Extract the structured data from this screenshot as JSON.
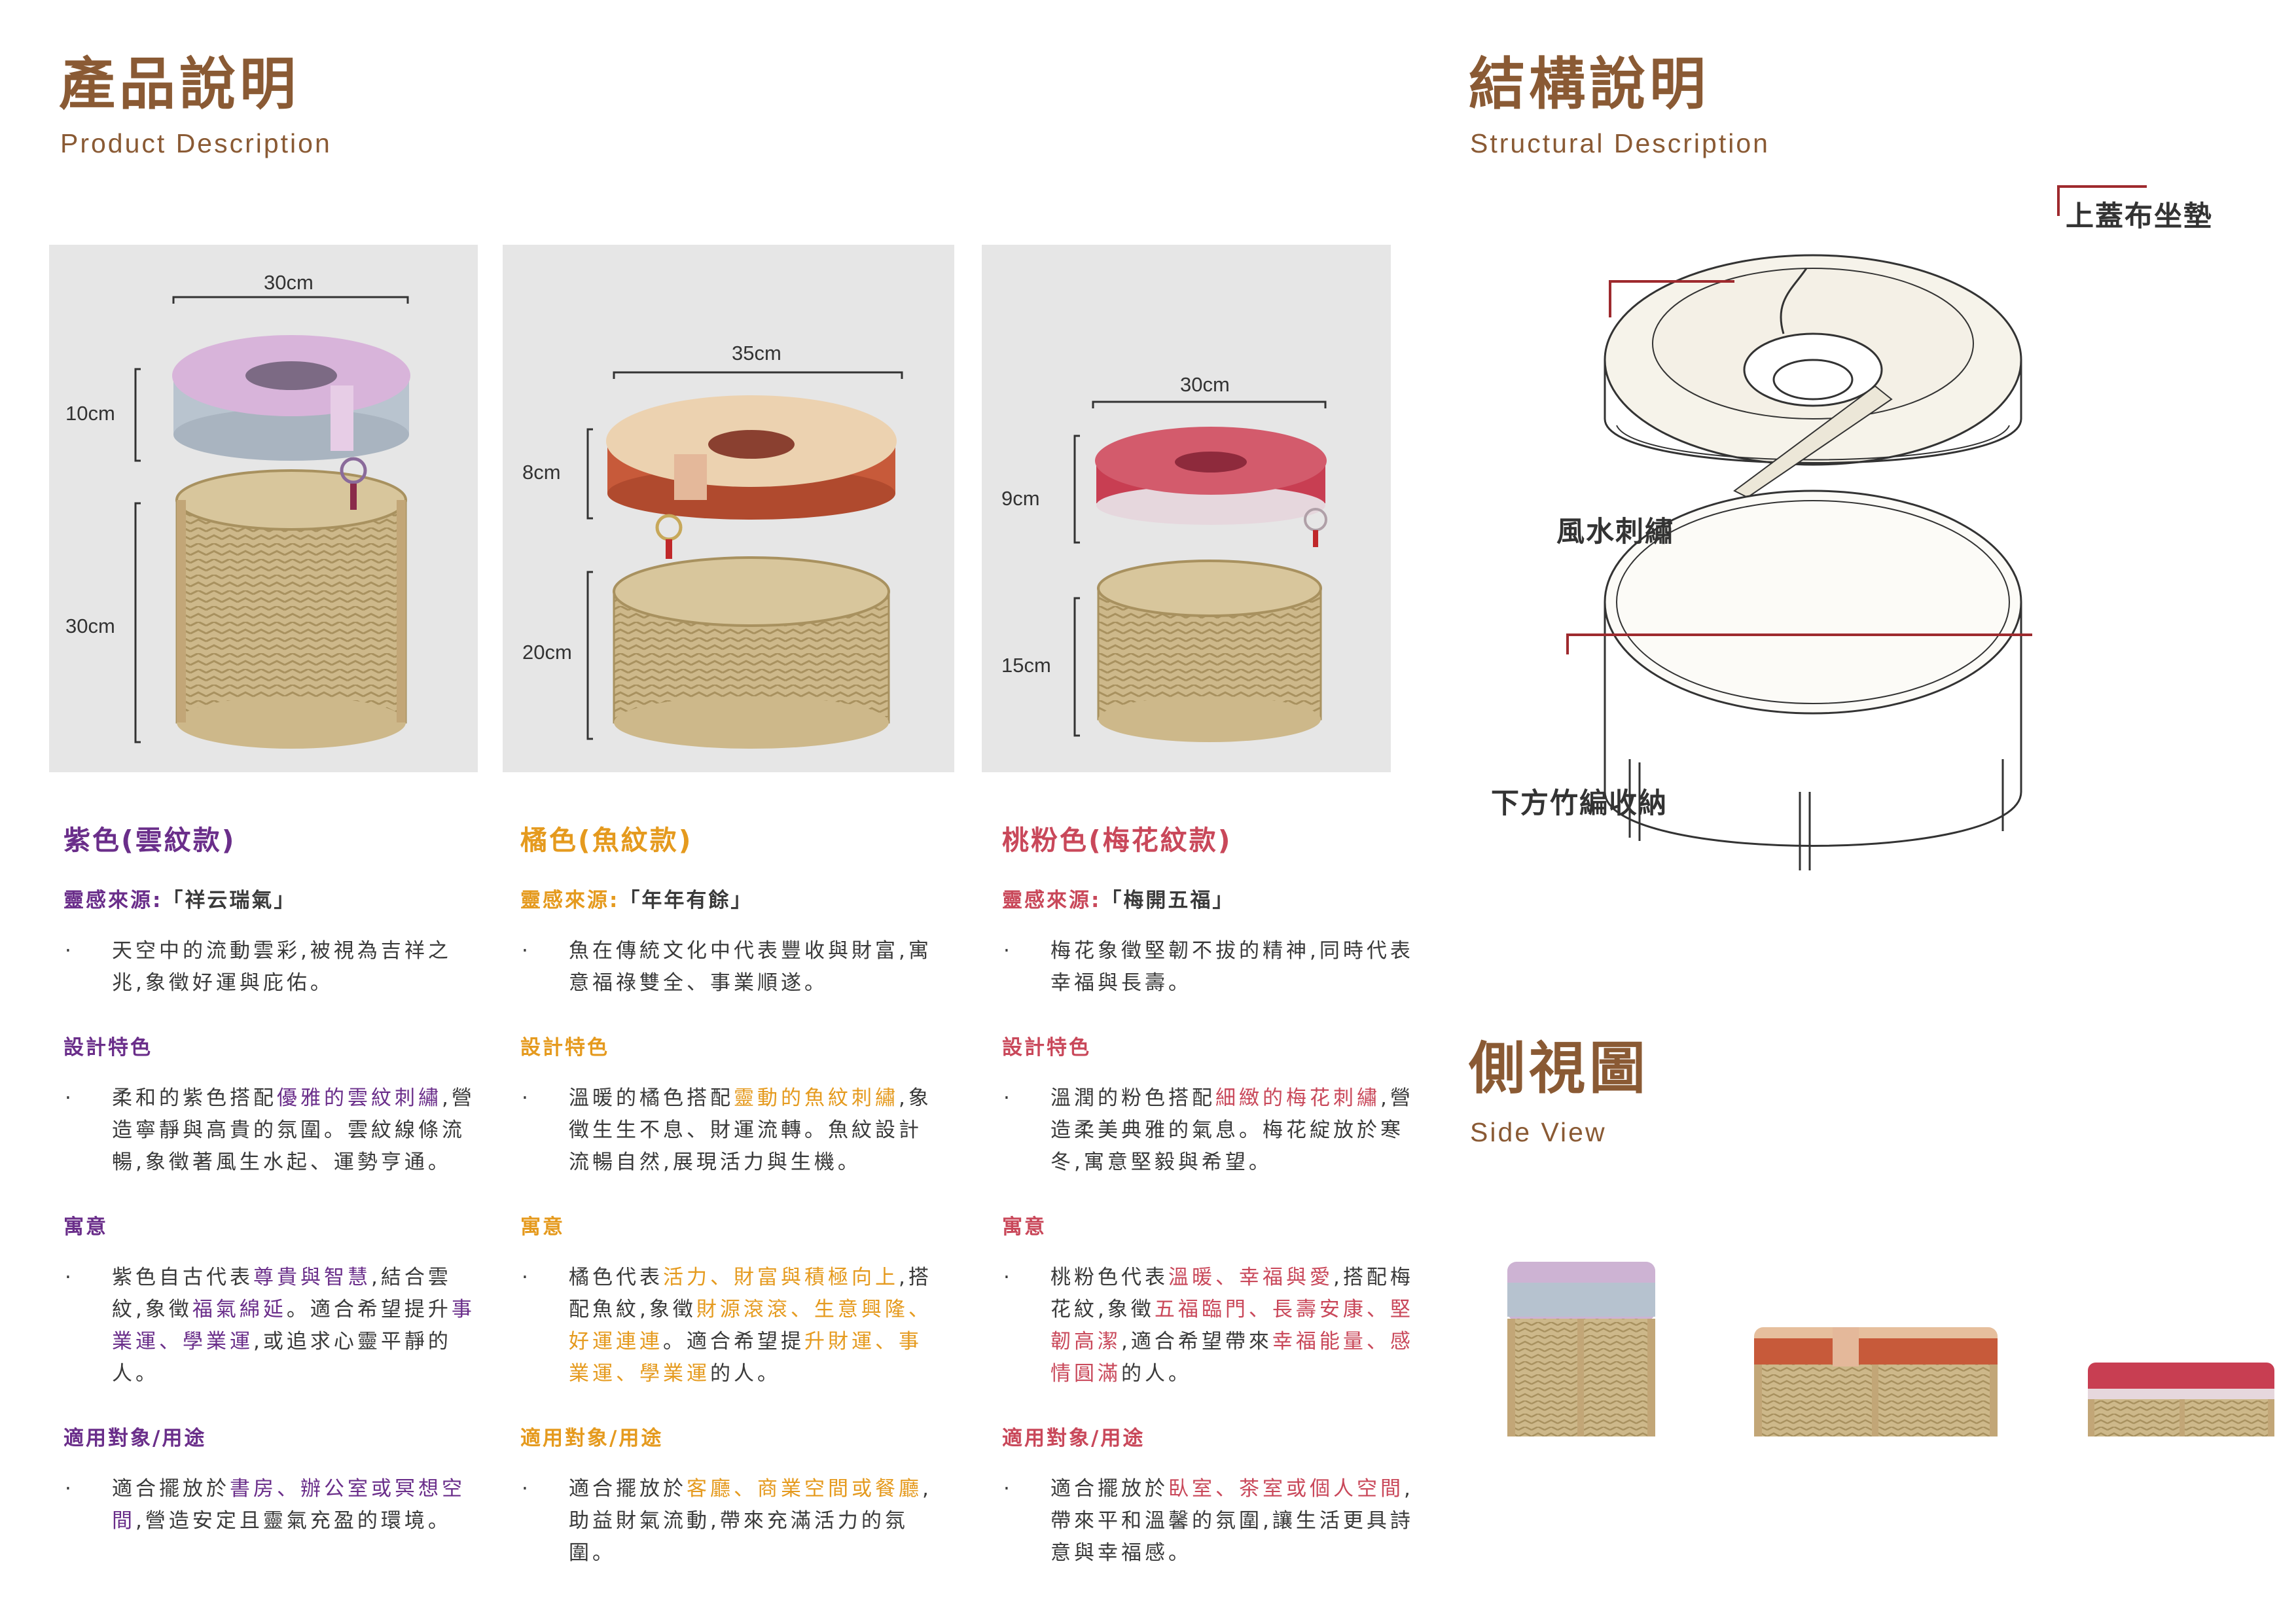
{
  "left": {
    "title": "產品說明",
    "subtitle": "Product Description"
  },
  "right": {
    "title": "結構說明",
    "subtitle": "Structural Description"
  },
  "side": {
    "title": "側視圖",
    "subtitle": "Side View"
  },
  "dims": {
    "purple": {
      "width": "30cm",
      "top": "10cm",
      "bottom": "30cm"
    },
    "orange": {
      "width": "35cm",
      "top": "8cm",
      "bottom": "20cm"
    },
    "pink": {
      "width": "30cm",
      "top": "9cm",
      "bottom": "15cm"
    }
  },
  "callouts": {
    "cushion": "上蓋布坐墊",
    "embroidery": "風水刺繡",
    "storage": "下方竹編收納"
  },
  "products": [
    {
      "title": "紫色(雲紋款)",
      "inspiration_label": "靈感來源:",
      "inspiration_value": "「祥云瑞氣」",
      "inspiration_text": "天空中的流動雲彩,被視為吉祥之兆,象徵好運與庇佑。",
      "design_label": "設計特色",
      "design_text_a": "柔和的紫色搭配",
      "design_hl": "優雅的雲紋刺繡",
      "design_text_b": ",營造寧靜與高貴的氛圍。雲紋線條流暢,象徵著風生水起、運勢亨通。",
      "meaning_label": "寓意",
      "meaning_text_a": "紫色自古代表",
      "meaning_hl1": "尊貴與智慧",
      "meaning_text_b": ",結合雲紋,象徵",
      "meaning_hl2": "福氣綿延",
      "meaning_text_c": "。適合希望提升",
      "meaning_hl3": "事業運、學業運",
      "meaning_text_d": ",或追求心靈平靜的人。",
      "use_label": "適用對象/用途",
      "use_text_a": "適合擺放於",
      "use_hl": "書房、辦公室或冥想空間",
      "use_text_b": ",營造安定且靈氣充盈的環境。"
    },
    {
      "title": "橘色(魚紋款)",
      "inspiration_label": "靈感來源:",
      "inspiration_value": "「年年有餘」",
      "inspiration_text": "魚在傳統文化中代表豐收與財富,寓意福祿雙全、事業順遂。",
      "design_label": "設計特色",
      "design_text_a": "溫暖的橘色搭配",
      "design_hl": "靈動的魚紋刺繡",
      "design_text_b": ",象徵生生不息、財運流轉。魚紋設計流暢自然,展現活力與生機。",
      "meaning_label": "寓意",
      "meaning_text_a": "橘色代表",
      "meaning_hl1": "活力、財富與積極向上",
      "meaning_text_b": ",搭配魚紋,象徵",
      "meaning_hl2": "財源滾滾、生意興隆、好運連連",
      "meaning_text_c": "。適合希望提",
      "meaning_hl3": "升財運、事業運、學業運",
      "meaning_text_d": "的人。",
      "use_label": "適用對象/用途",
      "use_text_a": "適合擺放於",
      "use_hl": "客廳、商業空間或餐廳",
      "use_text_b": ",助益財氣流動,帶來充滿活力的氛圍。"
    },
    {
      "title": "桃粉色(梅花紋款)",
      "inspiration_label": "靈感來源:",
      "inspiration_value": "「梅開五福」",
      "inspiration_text": "梅花象徵堅韌不拔的精神,同時代表幸福與長壽。",
      "design_label": "設計特色",
      "design_text_a": "溫潤的粉色搭配",
      "design_hl": "細緻的梅花刺繡",
      "design_text_b": ",營造柔美典雅的氣息。梅花綻放於寒冬,寓意堅毅與希望。",
      "meaning_label": "寓意",
      "meaning_text_a": "桃粉色代表",
      "meaning_hl1": "溫暖、幸福與愛",
      "meaning_text_b": ",搭配梅花紋,象徵",
      "meaning_hl2": "五福臨門、長壽安康、堅韌高潔",
      "meaning_text_c": ",適合希望帶來",
      "meaning_hl3": "幸福能量、感情圓滿",
      "meaning_text_d": "的人。",
      "use_label": "適用對象/用途",
      "use_text_a": "適合擺放於",
      "use_hl": "臥室、茶室或個人空間",
      "use_text_b": ",帶來平和溫馨的氛圍,讓生活更具詩意與幸福感。"
    }
  ],
  "bullet": "·",
  "colors": {
    "brown": "#8a5a34",
    "purple": "#6a2e8a",
    "orange": "#e59a1e",
    "pink": "#c9485a",
    "callout_line": "#9e2a2e"
  }
}
